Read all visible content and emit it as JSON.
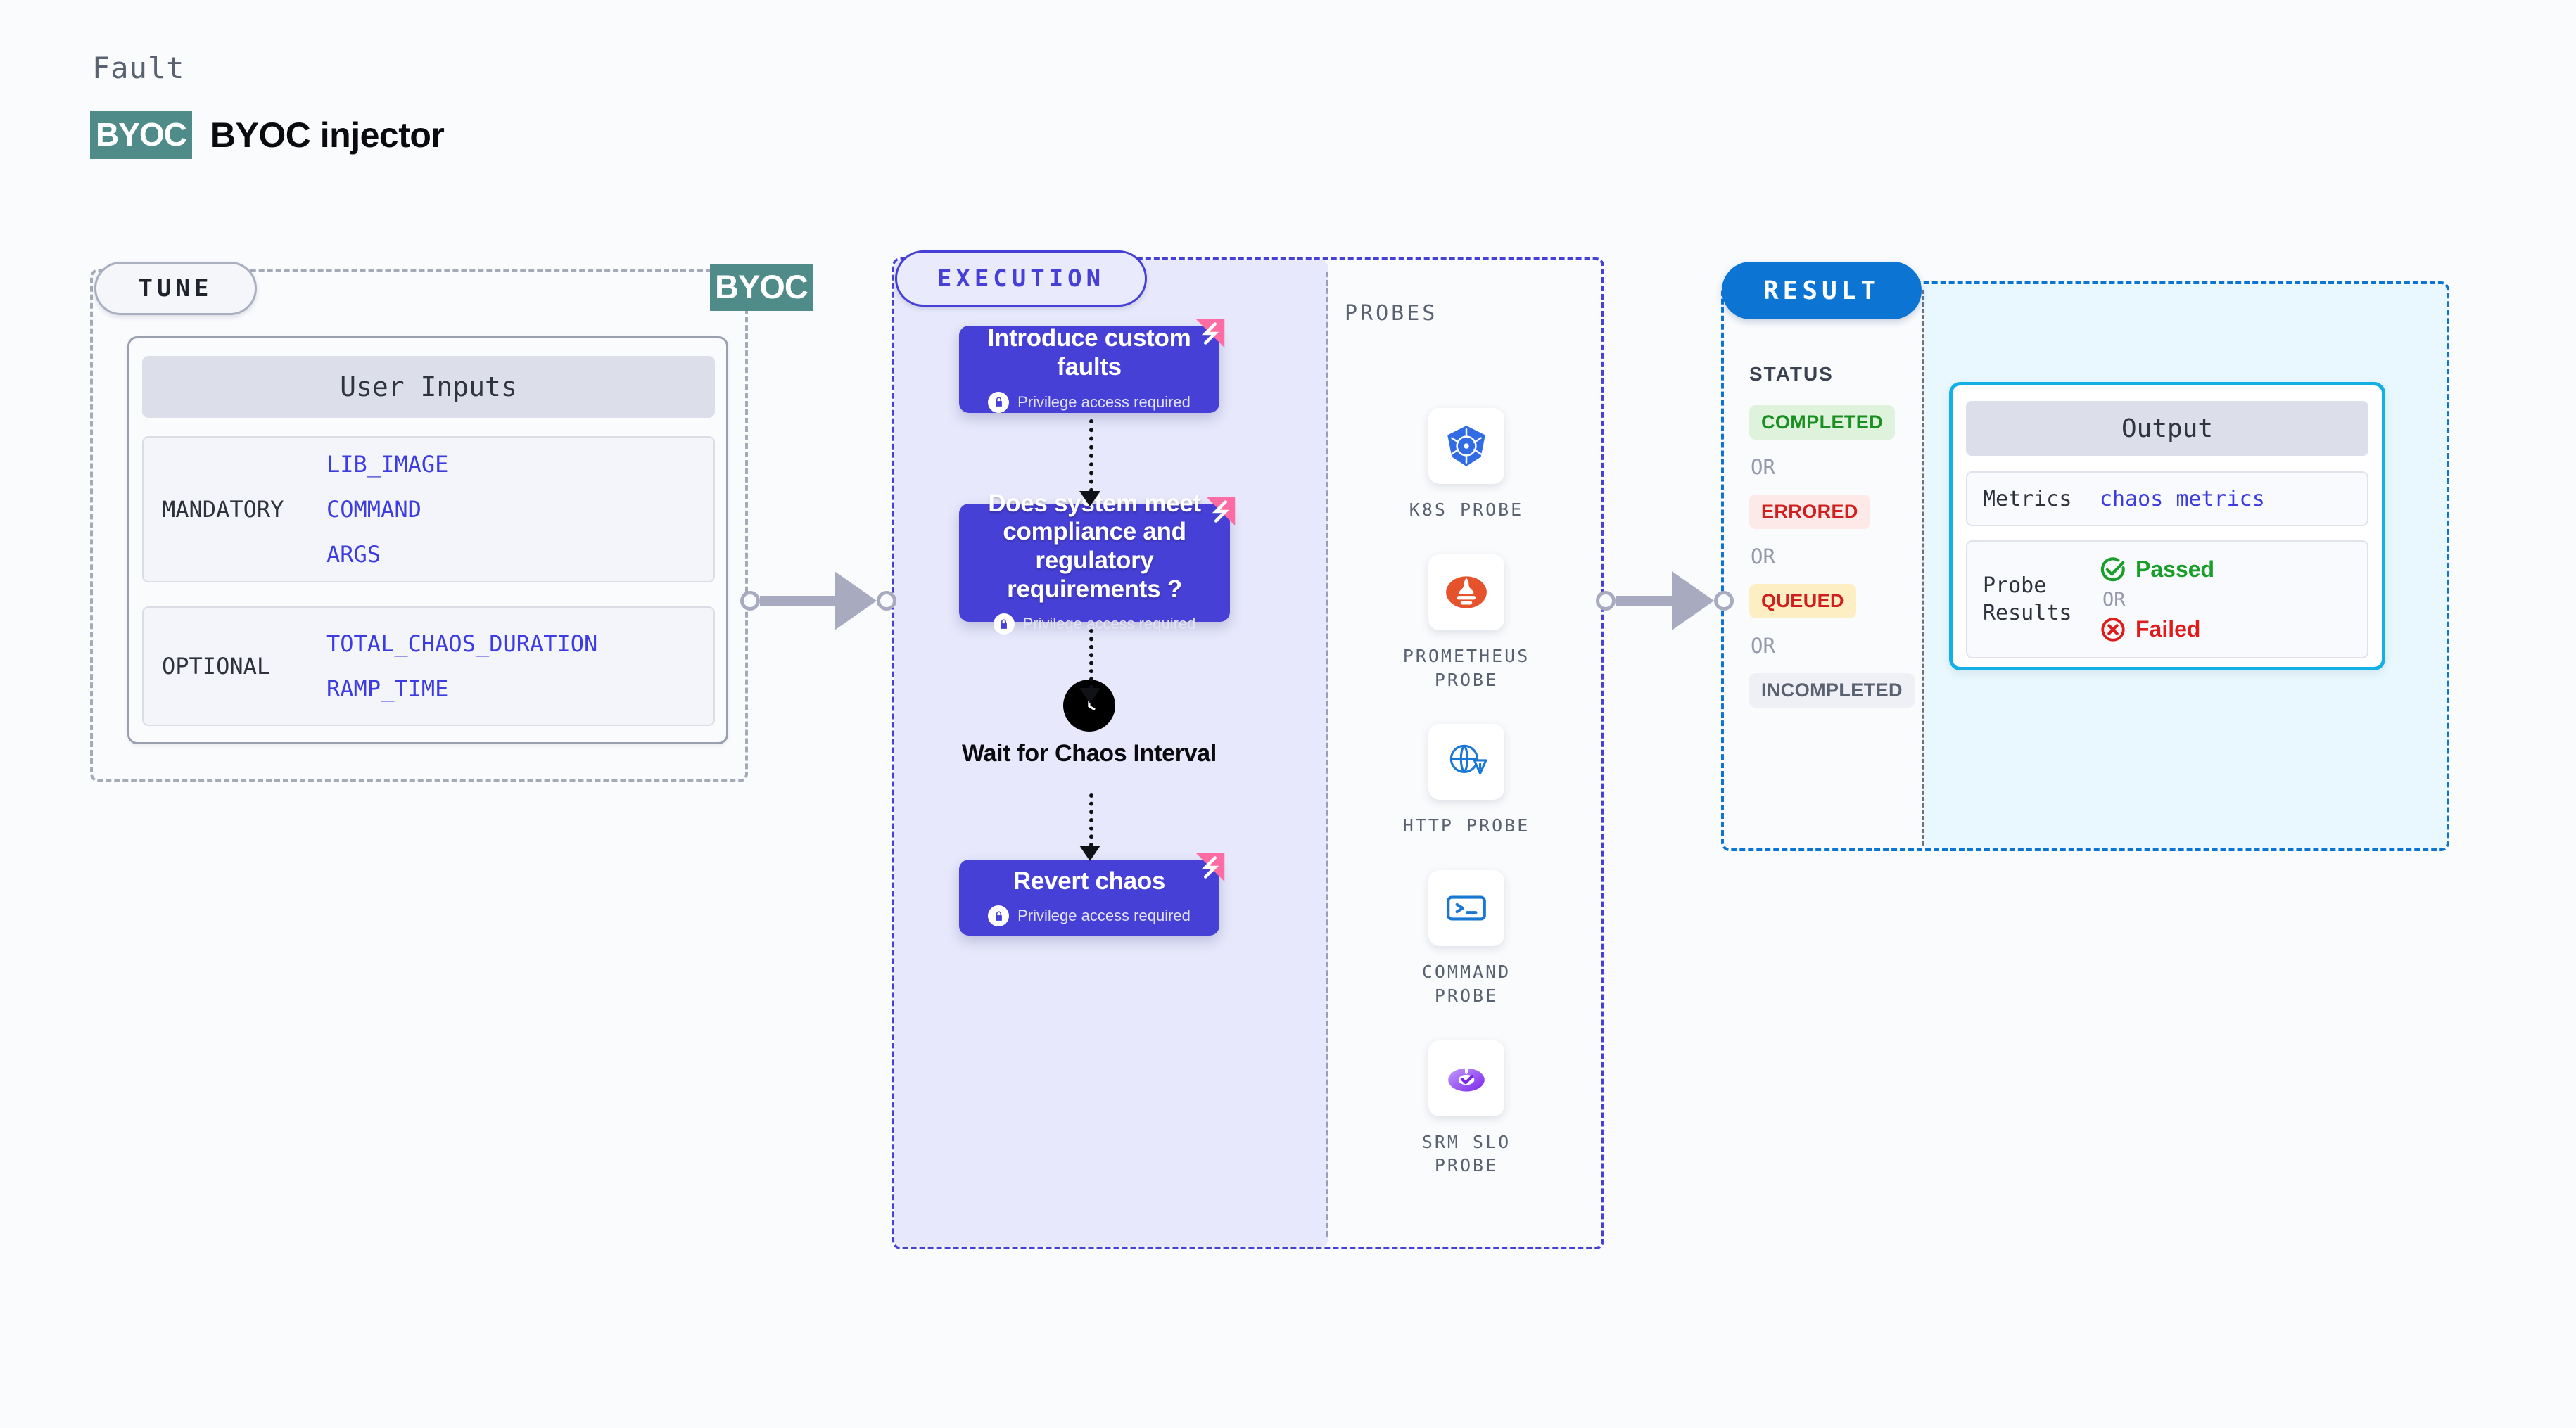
{
  "header": {
    "eyebrow": "Fault",
    "badge": "BYOC",
    "title": "BYOC injector",
    "badge_color": "#4f8c89"
  },
  "tune": {
    "pill_label": "TUNE",
    "edge_badge": "BYOC",
    "card_title": "User Inputs",
    "groups": [
      {
        "label": "MANDATORY",
        "values": [
          "LIB_IMAGE",
          "COMMAND",
          "ARGS"
        ]
      },
      {
        "label": "OPTIONAL",
        "values": [
          "TOTAL_CHAOS_DURATION",
          "RAMP_TIME"
        ]
      }
    ],
    "value_color": "#3d3ce0",
    "border_color": "#a4aab8"
  },
  "execution": {
    "pill_label": "EXECUTION",
    "accent_color": "#4640d6",
    "privilege_note": "Privilege access required",
    "tasks": [
      {
        "title": "Introduce custom faults",
        "privileged": true,
        "icon": "harness-logo-icon"
      },
      {
        "title": "Does system meet compliance and regulatory requirements ?",
        "privileged": true,
        "icon": "harness-logo-icon"
      },
      {
        "title": "Revert chaos",
        "privileged": true,
        "icon": "harness-logo-icon"
      }
    ],
    "wait_node": {
      "label": "Wait for Chaos Interval",
      "icon": "clock-icon"
    }
  },
  "probes": {
    "title": "PROBES",
    "items": [
      {
        "name": "K8S  PROBE",
        "icon": "kubernetes-icon"
      },
      {
        "name": "PROMETHEUS\nPROBE",
        "icon": "prometheus-icon"
      },
      {
        "name": "HTTP  PROBE",
        "icon": "http-globe-icon"
      },
      {
        "name": "COMMAND\nPROBE",
        "icon": "command-terminal-icon"
      },
      {
        "name": "SRM  SLO\nPROBE",
        "icon": "srm-slo-icon"
      }
    ]
  },
  "result": {
    "pill_label": "RESULT",
    "accent_color": "#0c75d4",
    "status_title": "STATUS",
    "or_label": "OR",
    "statuses": [
      {
        "label": "COMPLETED",
        "bg": "#dff3dc",
        "fg": "#1a8f22"
      },
      {
        "label": "ERRORED",
        "bg": "#fde9e7",
        "fg": "#cf1f1f"
      },
      {
        "label": "QUEUED",
        "bg": "#fdeec4",
        "fg": "#cf1f1f"
      },
      {
        "label": "INCOMPLETED",
        "bg": "#eef0f6",
        "fg": "#5a6272"
      }
    ],
    "output": {
      "title": "Output",
      "metrics_label": "Metrics",
      "metrics_value": "chaos metrics",
      "probe_results_label": "Probe\nResults",
      "verdicts": [
        {
          "label": "Passed",
          "icon": "check-circle-icon",
          "color": "#1a9e2a"
        },
        {
          "label": "Failed",
          "icon": "x-circle-icon",
          "color": "#e01b1b"
        }
      ],
      "or_label": "OR",
      "border_color": "#13b0e8"
    }
  }
}
